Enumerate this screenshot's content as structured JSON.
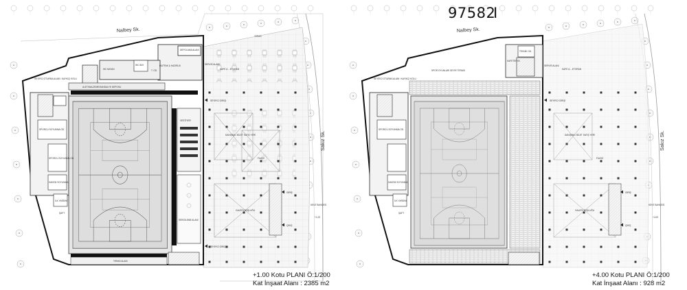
{
  "project": {
    "number": "97582",
    "mark": "I"
  },
  "plans": [
    {
      "id": "plan-1",
      "streets": {
        "north": "Nalbey Sk.",
        "east": "Sakız Sk."
      },
      "caption": {
        "title": "+1.00 Kotu PLANI Ö:1/200",
        "area": "Kat İnşaat Alanı : 2385 m2"
      },
      "rooms": {
        "storage": "DEPOLAMA ALANI",
        "wc_women": "WC BAYAN",
        "wc_men": "WC BAY",
        "wc_bay": "WC BAY",
        "tech": "T. OD.",
        "kitchen": "MUTFAK & HAZIRLIK",
        "service": "SERVİS ALANI",
        "cafe": "KAFE & ...ETORAN",
        "terrace": "TERAS",
        "sports_storage": "ALET/MALZEME/SANDALYE DEPOSU",
        "changing": "SEYİRCİ OTURMA ALANI / KAYIKÇI KOLU",
        "staff": "SPORCU SOYUNMA OD.",
        "sports_changing": "SPORCU SOYUNMA OD.",
        "referee": "HAKEM SOYUNMA",
        "first_aid": "İLK YARDIM",
        "shaft": "ŞAFT",
        "vestiaire": "VESTİYER",
        "gathering": "SERGİLEME ALANI",
        "info": "DANIŞMA / BİLET SATIŞ YERİ",
        "foyer": "FUAYE",
        "lobby": "GALERİ BOŞLUĞU",
        "entrance_main": "SEYİRCİ GİRİŞİ",
        "entrance_side": "GİRİŞ",
        "entrance_spectator": "SEYİRCİ GİRİŞİ",
        "garden": "KENT BAHÇESİ",
        "terrace_area": "TERAS ALANI",
        "exit": "ÇIKIŞ",
        "elev_label": "+1.00"
      }
    },
    {
      "id": "plan-2",
      "streets": {
        "north": "Nalbey Sk.",
        "east": "Sakız Sk."
      },
      "caption": {
        "title": "+4.00 Kotu PLANI Ö:1/200",
        "area": "Kat İnşaat Alanı : 928 m2"
      },
      "rooms": {
        "spectator": "SPOR OYUNLARI SEYİR TERASI",
        "cafe": "KAFETERYA",
        "tech": "TEKNİK OD.",
        "service": "SERVİS ALANI",
        "cafe2": "KAFE & ...ETORAN",
        "changing": "SEYİRCİ OTURMA ALANI / KAYIKÇI KOLU",
        "sports_changing": "SPORCU SOYUNMA OD.",
        "info": "DANIŞMA / BİLET SATIŞ YERİ",
        "foyer": "FUAYE",
        "lobby": "GALERİ BOŞLUĞU",
        "referee": "HAKEM SOYUNMA",
        "first_aid": "İLK YARDIM",
        "shaft": "ŞAFT",
        "garden": "KENT BAHÇESİ",
        "entrance_main": "SEYİRCİ GİRİŞİ",
        "entrance_side": "GİRİŞ",
        "exit": "ÇIKIŞ",
        "elev_label": "+4.00"
      }
    }
  ]
}
